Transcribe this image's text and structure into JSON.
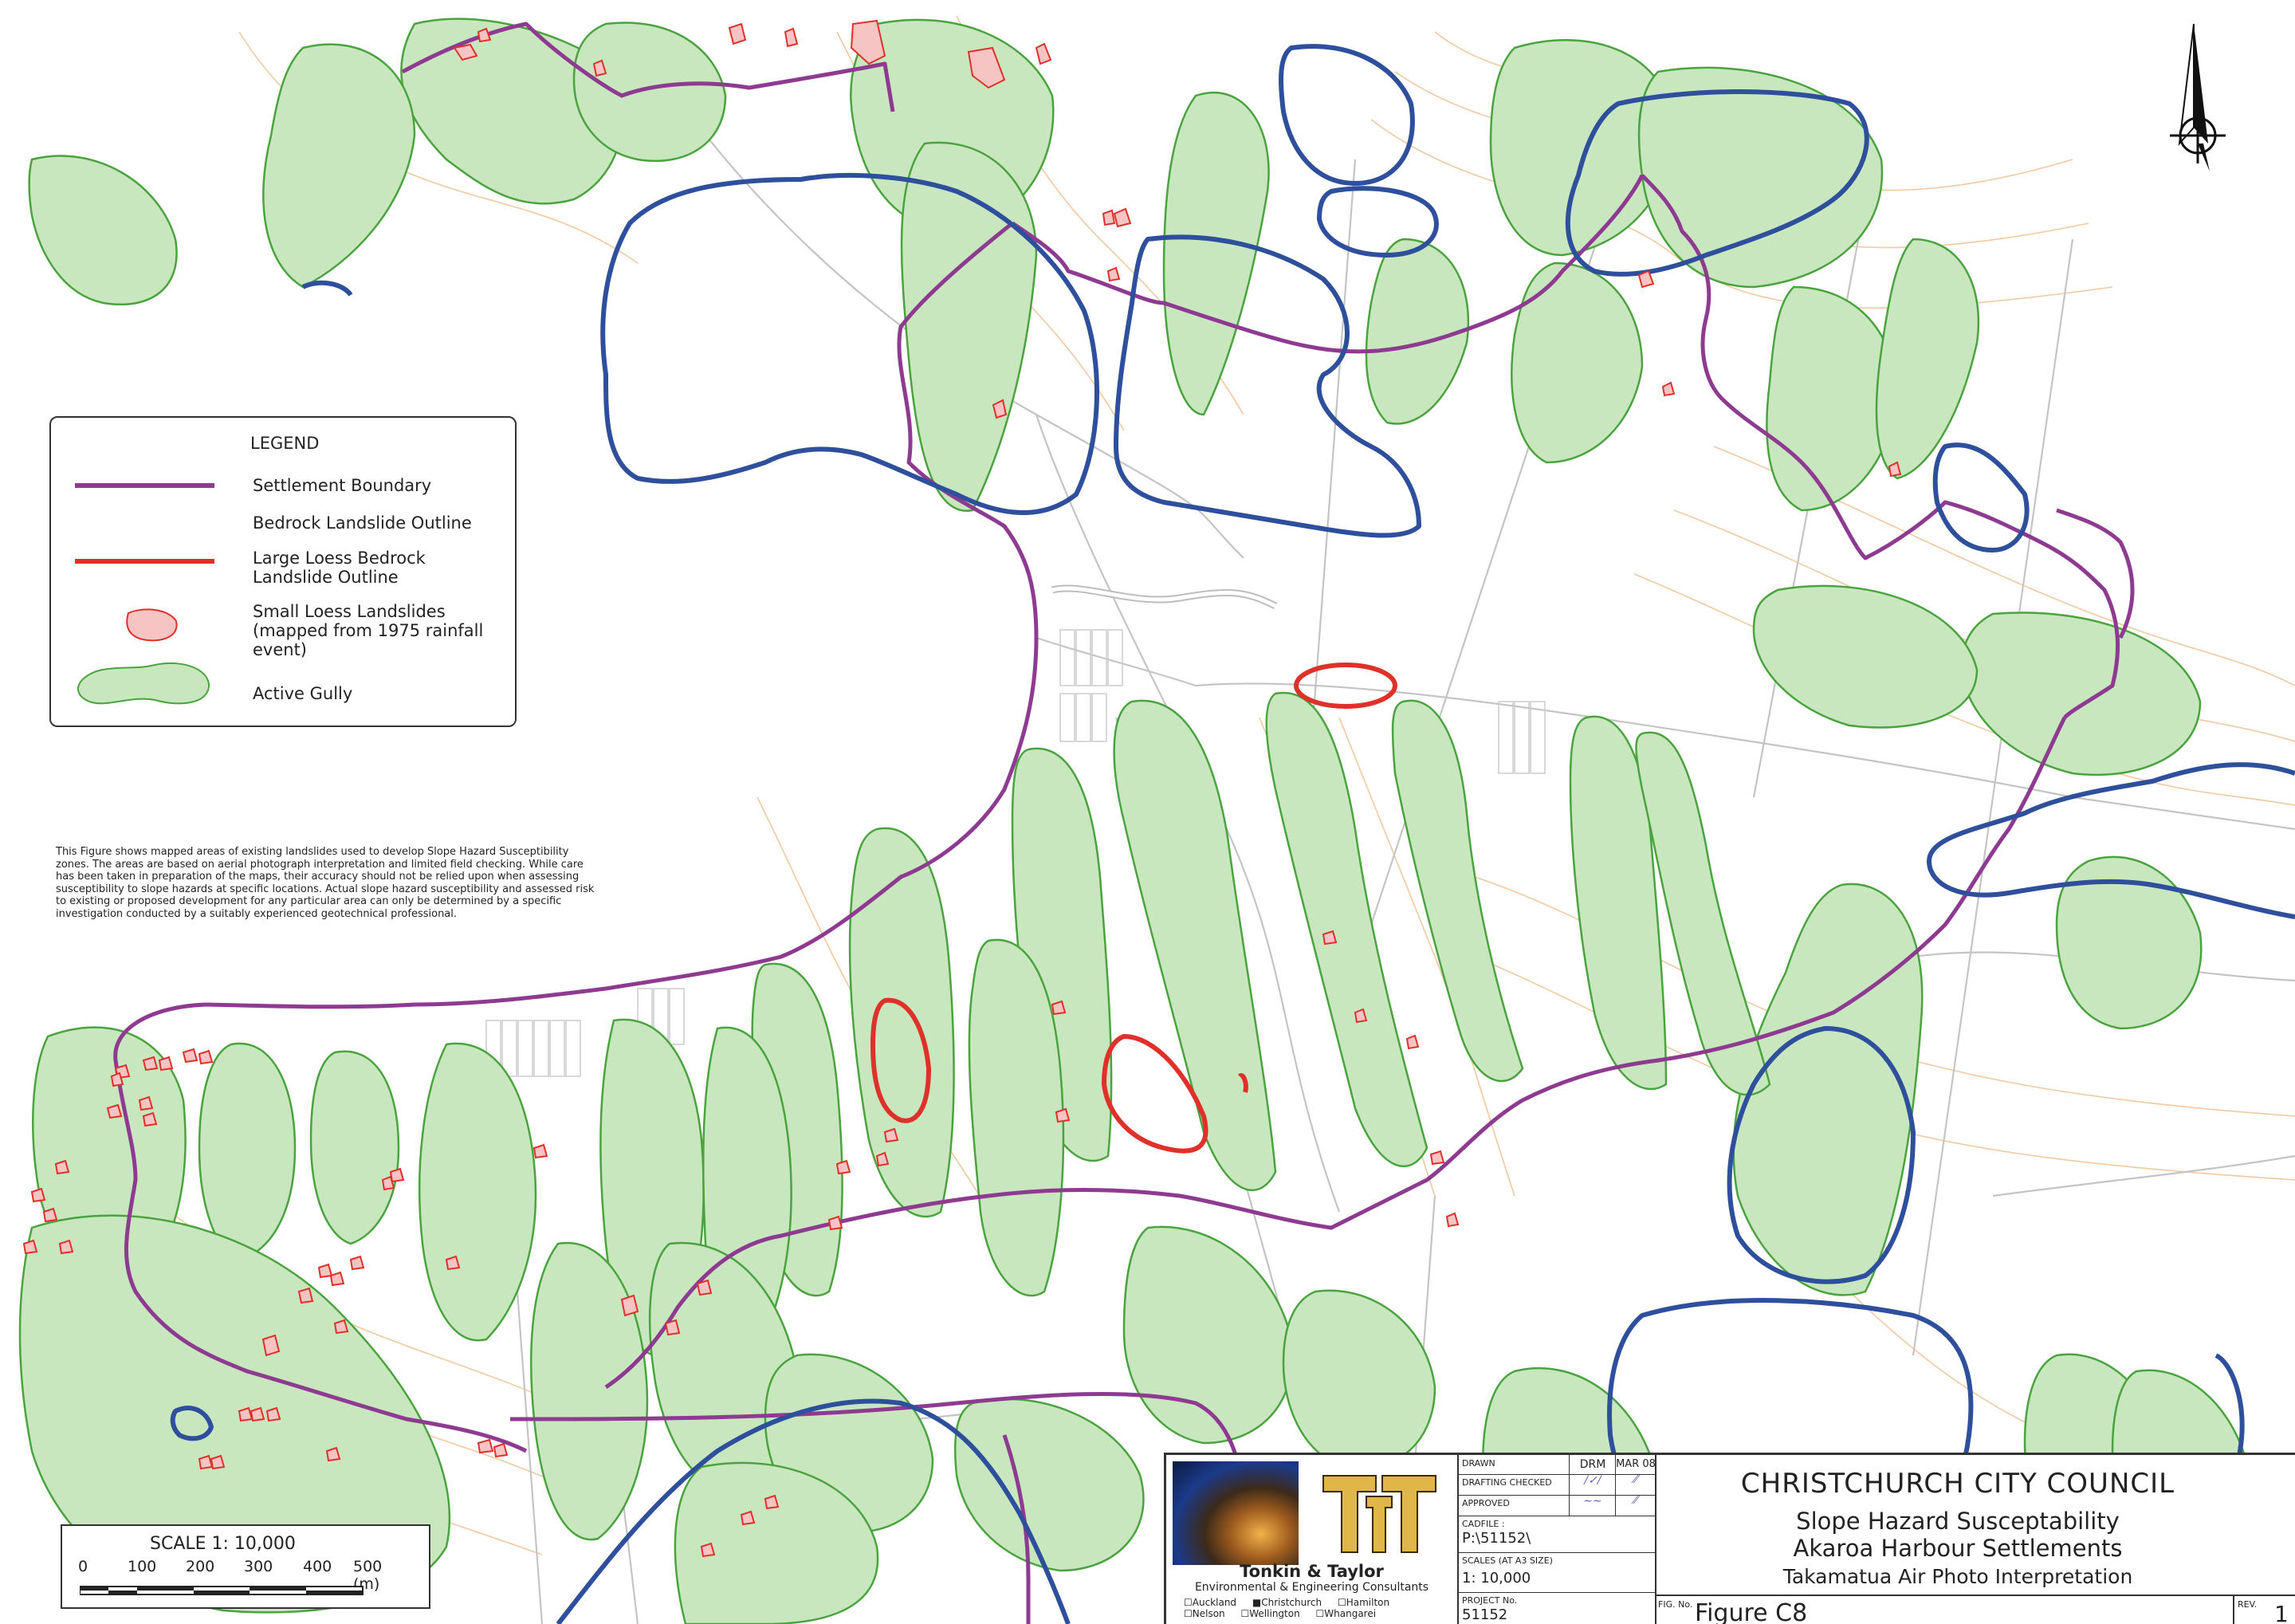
{
  "legend": {
    "title": "LEGEND",
    "items": [
      {
        "label": "Settlement Boundary",
        "color": "#8e3a91"
      },
      {
        "label": "Bedrock Landslide Outline",
        "color": "#2e4f9c"
      },
      {
        "label": "Large Loess Bedrock\nLandslide Outline",
        "color": "#e0302a"
      },
      {
        "label": "Small Loess Landslides\n(mapped from 1975 rainfall\nevent)",
        "color": "#f7c4c4"
      },
      {
        "label": "Active Gully",
        "color": "#c9e7bf"
      }
    ]
  },
  "disclaimer": "This Figure shows mapped areas of existing landslides used to develop Slope Hazard Susceptibility zones. The areas are based on aerial photograph interpretation and limited field checking. While care has been taken in preparation of the maps, their accuracy should not be relied upon when assessing susceptibility to slope hazards at specific locations. Actual slope hazard susceptibility and assessed risk to existing or proposed development for any particular area can only be determined by a specific investigation conducted by a suitably experienced geotechnical professional.",
  "scale_bar": {
    "title": "SCALE  1: 10,000",
    "ticks": [
      "0",
      "100",
      "200",
      "300",
      "400",
      "500 (m)"
    ]
  },
  "title_block": {
    "company": "Tonkin & Taylor",
    "company_subtitle": "Environmental & Engineering Consultants",
    "offices": [
      "Auckland",
      "Christchurch",
      "Hamilton",
      "Nelson",
      "Wellington",
      "Whangarei"
    ],
    "drawn_label": "DRAWN",
    "drawn_value": "DRM",
    "drawn_date": "MAR 08",
    "drafting_checked_label": "DRAFTING CHECKED",
    "approved_label": "APPROVED",
    "cadfile_label": "CADFILE :",
    "cadfile_value": "P:\\51152\\",
    "scales_label": "SCALES (AT A3 SIZE)",
    "scales_value": "1: 10,000",
    "project_label": "PROJECT No.",
    "project_value": "51152",
    "client": "CHRISTCHURCH CITY COUNCIL",
    "title_line1": "Slope Hazard Susceptability",
    "title_line2": "Akaroa Harbour Settlements",
    "title_line3": "Takamatua Air Photo Interpretation",
    "fig_label": "FIG. No.",
    "fig_value": "Figure C8",
    "rev_label": "REV.",
    "rev_value": "1"
  },
  "colors": {
    "gully_fill": "#c9e7bf",
    "gully_edge": "#4aa33e",
    "settlement": "#8e3a91",
    "bedrock": "#2e4f9c",
    "loess": "#e0302a",
    "contour": "#f1c9a0",
    "road": "#c4c4c4"
  }
}
